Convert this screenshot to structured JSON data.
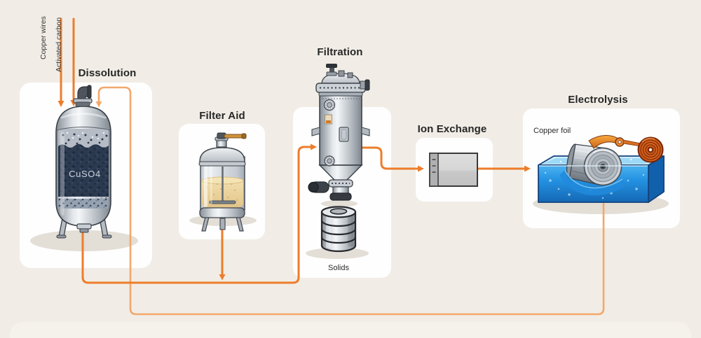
{
  "stages": {
    "dissolution": {
      "title": "Dissolution",
      "tank_label": "CuSO4",
      "input_1": "Copper wires",
      "input_2": "Activated carbon"
    },
    "filter_aid": {
      "title": "Filter Aid"
    },
    "filtration": {
      "title": "Filtration",
      "solids_label": "Solids"
    },
    "ion_exchange": {
      "title": "Ion Exchange"
    },
    "electrolysis": {
      "title": "Electrolysis",
      "product_label": "Copper foil"
    }
  },
  "flow": {
    "main_arrow_color": "#ed7d2b",
    "recycle_arrow_color": "#f3a76b"
  },
  "palette": {
    "background": "#f1ede6",
    "card": "#fefefe",
    "cuso4_liquid": "#2d3b51",
    "filter_aid_liquid": "#ebd09b",
    "electrolyte_blue": "#1b7fd4",
    "copper_foil_orange": "#e8762a"
  }
}
